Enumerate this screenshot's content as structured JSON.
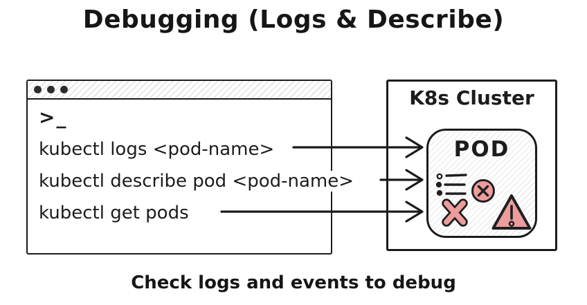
{
  "title": "Debugging (Logs & Describe)",
  "caption": "Check logs and events to debug",
  "terminal": {
    "window_dots_icon": "three-dots",
    "prompt": ">_",
    "commands": [
      "kubectl logs <pod-name>",
      "kubectl describe pod <pod-name>",
      "kubectl get pods"
    ]
  },
  "cluster": {
    "label": "K8s Cluster",
    "pod": {
      "label": "POD",
      "icons": [
        "list-icon",
        "error-circle-icon",
        "x-mark-icon",
        "warning-triangle-icon"
      ]
    }
  },
  "arrows": [
    {
      "from": "command-logs",
      "to": "pod"
    },
    {
      "from": "command-describe",
      "to": "pod"
    },
    {
      "from": "command-get-pods",
      "to": "pod"
    }
  ],
  "colors": {
    "ink": "#1b1b1b",
    "pink": "#ec9c9c",
    "hatch_gray": "#e1e1e1",
    "background": "#ffffff"
  }
}
